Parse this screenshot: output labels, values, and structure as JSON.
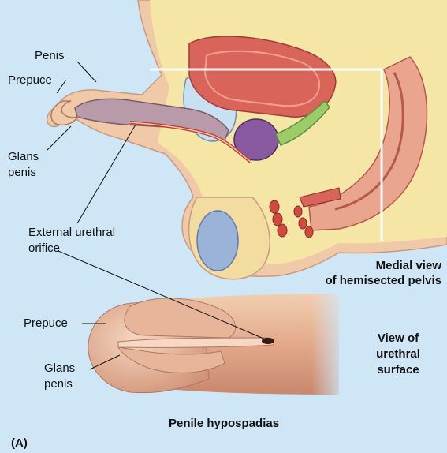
{
  "labels": {
    "penis": "Penis",
    "prepuce_top": "Prepuce",
    "glans_top_1": "Glans",
    "glans_top_2": "penis",
    "external_1": "External urethral",
    "external_2": "orifice",
    "medial_1": "Medial view",
    "medial_2": "of hemisected pelvis",
    "prepuce_bottom": "Prepuce",
    "glans_bottom_1": "Glans",
    "glans_bottom_2": "penis",
    "view_1": "View of",
    "view_2": "urethral",
    "view_3": "surface",
    "caption": "Penile hypospadias",
    "panel": "(A)"
  },
  "colors": {
    "background": "#cfe6f6",
    "fat": "#f6e6a6",
    "skin": "#f0c9a8",
    "erectile": "#b89aa8",
    "bladder": "#c9e0f2",
    "prostate": "#8a5aa0",
    "rectum": "#d8645a",
    "seminal_vesicle": "#9ccc6a",
    "testis": "#9bb3d8"
  }
}
